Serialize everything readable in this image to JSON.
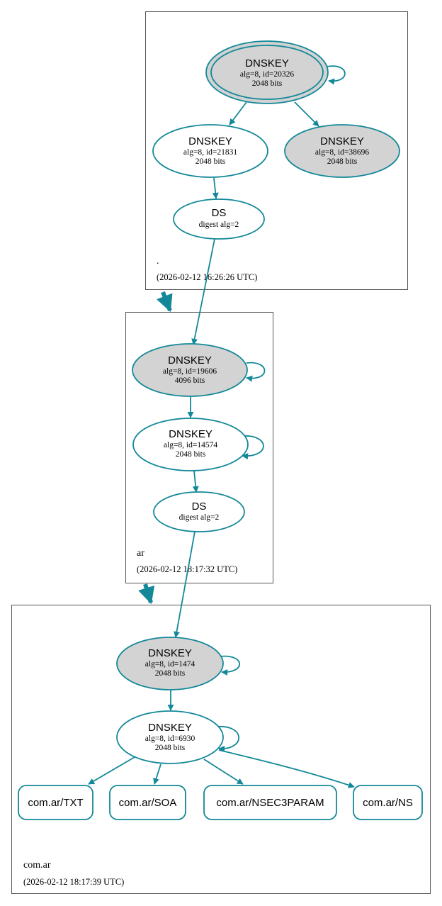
{
  "colors": {
    "edge": "#138898",
    "node_fill_sep": "#d3d3d3",
    "node_fill": "#ffffff",
    "box_stroke": "#555555"
  },
  "zones": [
    {
      "id": "root",
      "name": ".",
      "timestamp": "(2026-02-12 16:26:26 UTC)"
    },
    {
      "id": "ar",
      "name": "ar",
      "timestamp": "(2026-02-12 18:17:32 UTC)"
    },
    {
      "id": "comar",
      "name": "com.ar",
      "timestamp": "(2026-02-12 18:17:39 UTC)"
    }
  ],
  "nodes": {
    "root_ksk": {
      "title": "DNSKEY",
      "line1": "alg=8, id=20326",
      "line2": "2048 bits"
    },
    "root_zsk": {
      "title": "DNSKEY",
      "line1": "alg=8, id=21831",
      "line2": "2048 bits"
    },
    "root_k3": {
      "title": "DNSKEY",
      "line1": "alg=8, id=38696",
      "line2": "2048 bits"
    },
    "root_ds": {
      "title": "DS",
      "line1": "digest alg=2"
    },
    "ar_ksk": {
      "title": "DNSKEY",
      "line1": "alg=8, id=19606",
      "line2": "4096 bits"
    },
    "ar_zsk": {
      "title": "DNSKEY",
      "line1": "alg=8, id=14574",
      "line2": "2048 bits"
    },
    "ar_ds": {
      "title": "DS",
      "line1": "digest alg=2"
    },
    "comar_ksk": {
      "title": "DNSKEY",
      "line1": "alg=8, id=1474",
      "line2": "2048 bits"
    },
    "comar_zsk": {
      "title": "DNSKEY",
      "line1": "alg=8, id=6930",
      "line2": "2048 bits"
    }
  },
  "rrsets": {
    "txt": "com.ar/TXT",
    "soa": "com.ar/SOA",
    "nsec3param": "com.ar/NSEC3PARAM",
    "ns": "com.ar/NS"
  }
}
